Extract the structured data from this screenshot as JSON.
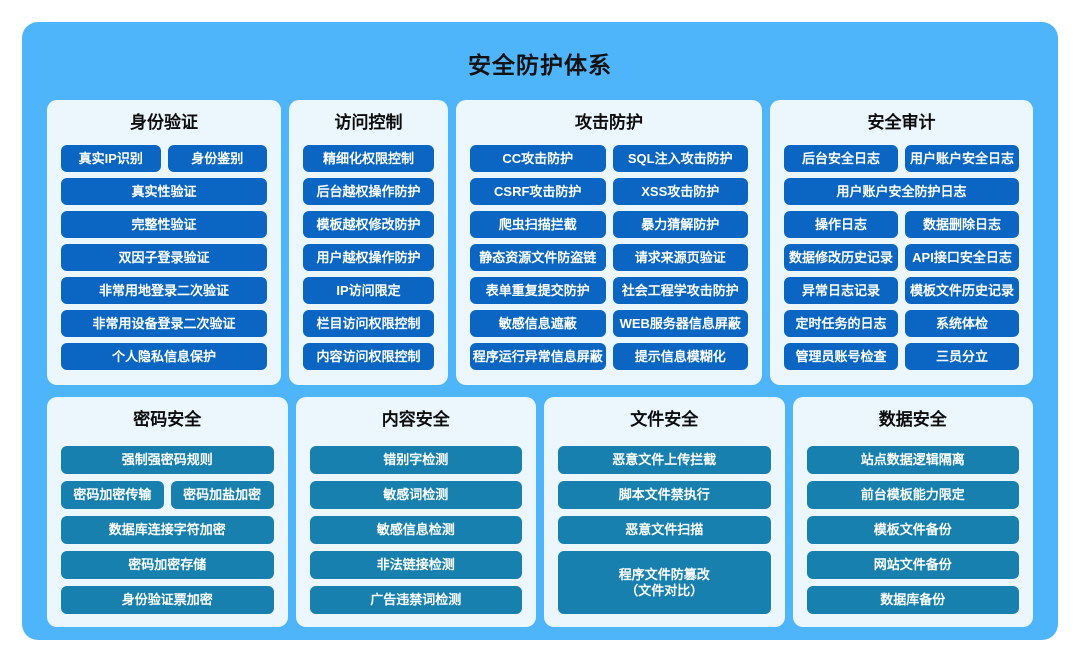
{
  "title": "安全防护体系",
  "colors": {
    "background_blue": "#4FB5FA",
    "panel_background": "#EBF6FD",
    "button_primary_blue": "#0A66C2",
    "button_secondary_teal": "#1780AE",
    "button_text": "#FFFFFF",
    "heading_text": "#111111"
  },
  "panels": [
    {
      "title": "身份验证",
      "rows": [
        {
          "cells": [
            "真实IP识别",
            "身份鉴别"
          ]
        },
        {
          "cells": [
            "真实性验证"
          ]
        },
        {
          "cells": [
            "完整性验证"
          ]
        },
        {
          "cells": [
            "双因子登录验证"
          ]
        },
        {
          "cells": [
            "非常用地登录二次验证"
          ]
        },
        {
          "cells": [
            "非常用设备登录二次验证"
          ]
        },
        {
          "cells": [
            "个人隐私信息保护"
          ]
        }
      ]
    },
    {
      "title": "访问控制",
      "rows": [
        {
          "cells": [
            "精细化权限控制"
          ]
        },
        {
          "cells": [
            "后台越权操作防护"
          ]
        },
        {
          "cells": [
            "模板越权修改防护"
          ]
        },
        {
          "cells": [
            "用户越权操作防护"
          ]
        },
        {
          "cells": [
            "IP访问限定"
          ]
        },
        {
          "cells": [
            "栏目访问权限控制"
          ]
        },
        {
          "cells": [
            "内容访问权限控制"
          ]
        }
      ]
    },
    {
      "title": "攻击防护",
      "rows": [
        {
          "cells": [
            "CC攻击防护",
            "SQL注入攻击防护"
          ]
        },
        {
          "cells": [
            "CSRF攻击防护",
            "XSS攻击防护"
          ]
        },
        {
          "cells": [
            "爬虫扫描拦截",
            "暴力猜解防护"
          ]
        },
        {
          "cells": [
            "静态资源文件防盗链",
            "请求来源页验证"
          ]
        },
        {
          "cells": [
            "表单重复提交防护",
            "社会工程学攻击防护"
          ]
        },
        {
          "cells": [
            "敏感信息遮蔽",
            "WEB服务器信息屏蔽"
          ]
        },
        {
          "cells": [
            "程序运行异常信息屏蔽",
            "提示信息模糊化"
          ]
        }
      ]
    },
    {
      "title": "安全审计",
      "rows": [
        {
          "cells": [
            "后台安全日志",
            "用户账户安全日志"
          ]
        },
        {
          "cells": [
            "用户账户安全防护日志"
          ]
        },
        {
          "cells": [
            "操作日志",
            "数据删除日志"
          ]
        },
        {
          "cells": [
            "数据修改历史记录",
            "API接口安全日志"
          ]
        },
        {
          "cells": [
            "异常日志记录",
            "模板文件历史记录"
          ]
        },
        {
          "cells": [
            "定时任务的日志",
            "系统体检"
          ]
        },
        {
          "cells": [
            "管理员账号检查",
            "三员分立"
          ]
        }
      ]
    },
    {
      "title": "密码安全",
      "rows": [
        {
          "cells": [
            "强制强密码规则"
          ]
        },
        {
          "cells": [
            "密码加密传输",
            "密码加盐加密"
          ]
        },
        {
          "cells": [
            "数据库连接字符加密"
          ]
        },
        {
          "cells": [
            "密码加密存储"
          ]
        },
        {
          "cells": [
            "身份验证票加密"
          ]
        }
      ]
    },
    {
      "title": "内容安全",
      "rows": [
        {
          "cells": [
            "错别字检测"
          ]
        },
        {
          "cells": [
            "敏感词检测"
          ]
        },
        {
          "cells": [
            "敏感信息检测"
          ]
        },
        {
          "cells": [
            "非法链接检测"
          ]
        },
        {
          "cells": [
            "广告违禁词检测"
          ]
        }
      ]
    },
    {
      "title": "文件安全",
      "rows": [
        {
          "cells": [
            "恶意文件上传拦截"
          ]
        },
        {
          "cells": [
            "脚本文件禁执行"
          ]
        },
        {
          "cells": [
            "恶意文件扫描"
          ]
        },
        {
          "cells": [
            "程序文件防篡改\n（文件对比）"
          ]
        }
      ]
    },
    {
      "title": "数据安全",
      "rows": [
        {
          "cells": [
            "站点数据逻辑隔离"
          ]
        },
        {
          "cells": [
            "前台模板能力限定"
          ]
        },
        {
          "cells": [
            "模板文件备份"
          ]
        },
        {
          "cells": [
            "网站文件备份"
          ]
        },
        {
          "cells": [
            "数据库备份"
          ]
        }
      ]
    }
  ]
}
